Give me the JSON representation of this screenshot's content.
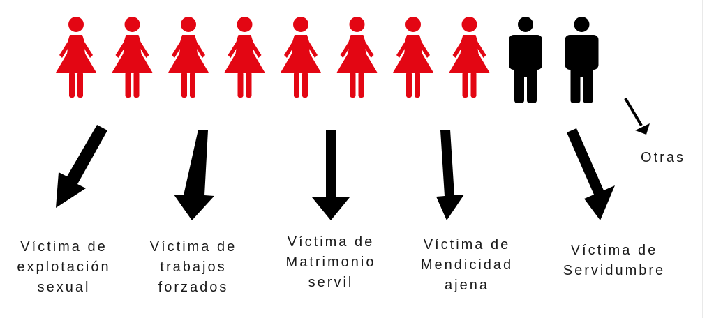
{
  "figures": {
    "women_count": 8,
    "men_count": 2,
    "woman_color": "#e30613",
    "man_color": "#000000",
    "woman_icon": "woman-icon",
    "man_icon": "man-icon"
  },
  "categories": [
    {
      "id": "explotacion-sexual",
      "lines": [
        "Víctima de",
        "explotación",
        "sexual"
      ]
    },
    {
      "id": "trabajos-forzados",
      "lines": [
        "Víctima de",
        "trabajos",
        "forzados"
      ]
    },
    {
      "id": "matrimonio-servil",
      "lines": [
        "Víctima de",
        "Matrimonio",
        "servil"
      ]
    },
    {
      "id": "mendicidad-ajena",
      "lines": [
        "Víctima de",
        "Mendicidad",
        "ajena"
      ]
    },
    {
      "id": "servidumbre",
      "lines": [
        "Víctima de",
        "Servidumbre"
      ]
    },
    {
      "id": "otras",
      "lines": [
        "Otras"
      ]
    }
  ],
  "arrow_color": "#000000"
}
